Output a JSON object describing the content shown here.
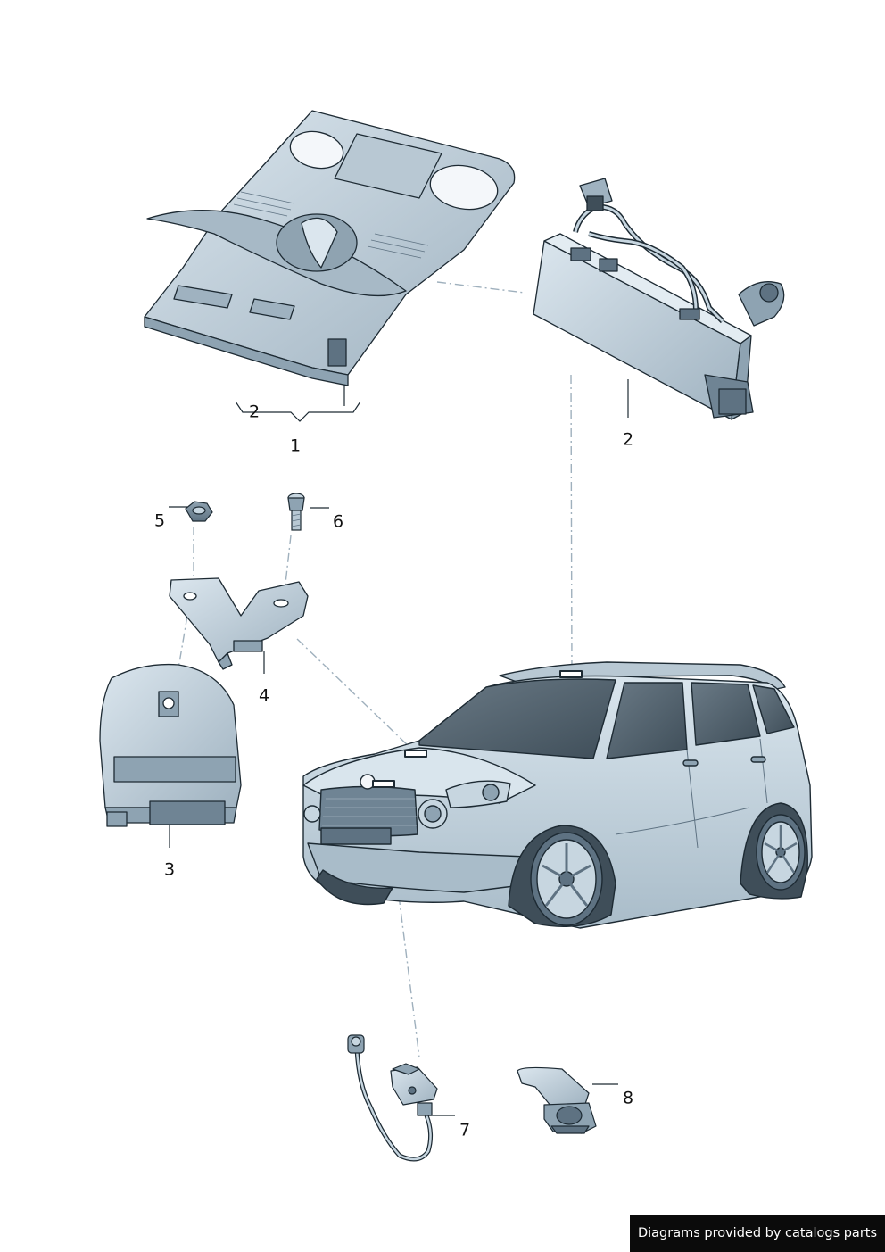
{
  "callouts": {
    "c1": "1",
    "c2a": "2",
    "c2b": "2",
    "c3": "3",
    "c4": "4",
    "c5": "5",
    "c6": "6",
    "c7": "7",
    "c8": "8"
  },
  "footer": {
    "credit": "Diagrams provided by catalogs parts"
  },
  "colors": {
    "part_fill": "#c7d6e0",
    "part_shade": "#8ea3b2",
    "part_dark": "#5e7282",
    "outline": "#1d2a33",
    "leader_line": "#9fb0bd",
    "vehicle_body": "#c9d8e2",
    "glass": "#4f5f6a"
  },
  "icons": {
    "part_1": "roof-console-icon",
    "part_2": "control-module-icon",
    "part_3": "module-housing-icon",
    "part_4": "bracket-icon",
    "part_5": "hex-nut-icon",
    "part_6": "stud-bolt-icon",
    "part_7": "cable-sensor-icon",
    "part_8": "clip-holder-icon",
    "vehicle": "suv-icon"
  }
}
